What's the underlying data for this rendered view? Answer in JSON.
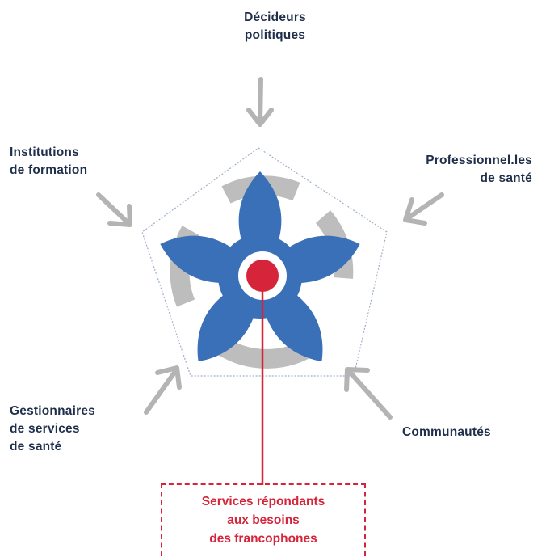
{
  "stakeholders": {
    "top": [
      "Décideurs",
      "politiques"
    ],
    "top_left": [
      "Institutions",
      "de formation"
    ],
    "top_right": [
      "Professionnel.les",
      "de santé"
    ],
    "bottom_left": [
      "Gestionnaires",
      "de services",
      "de santé"
    ],
    "bottom_right": [
      "Communautés"
    ]
  },
  "outcome": [
    "Services répondants",
    "aux besoins",
    "des francophones"
  ],
  "colors": {
    "flower_blue": "#3a70b8",
    "center_red": "#d6243a",
    "arrow_gray": "#b4b4b4",
    "ring_gray": "#bdbdbd",
    "label_dark": "#1f2f4b"
  }
}
